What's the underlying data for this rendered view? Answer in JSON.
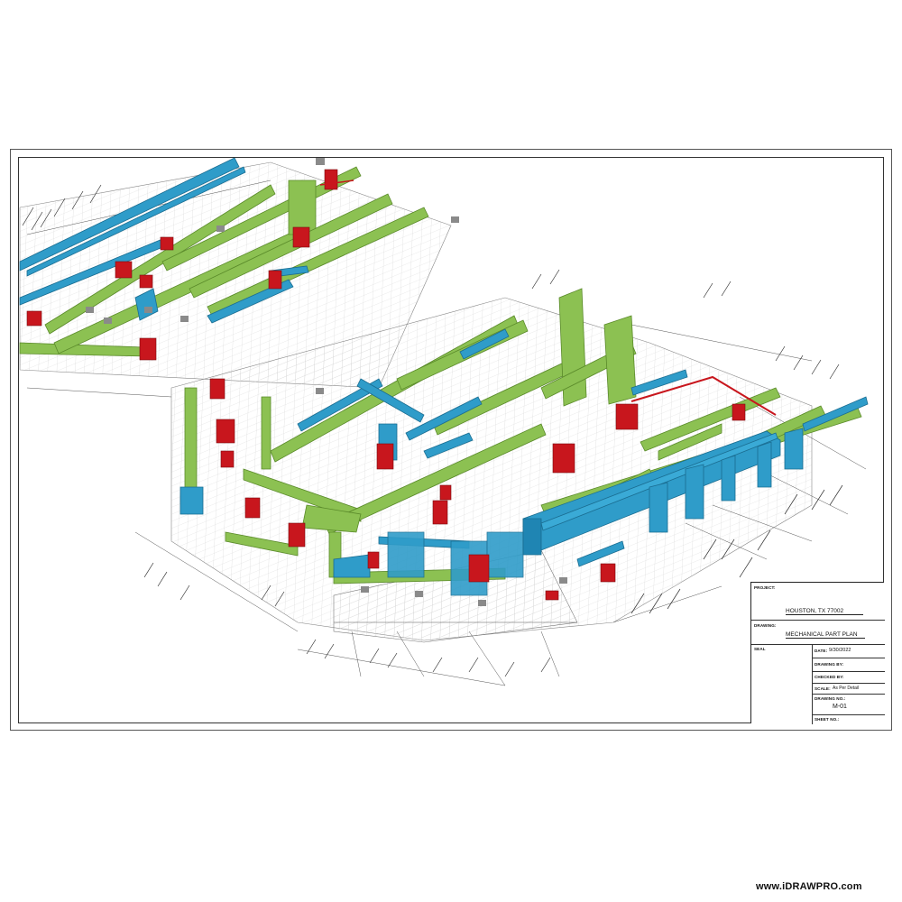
{
  "title_block": {
    "project_label": "PROJECT:",
    "project_value": "HOUSTON, TX 77002",
    "drawing_label": "DRAWING:",
    "drawing_value": "MECHANICAL PART PLAN",
    "seal_label": "SEAL",
    "date_label": "DATE:",
    "date_value": "9/30/2022",
    "drawing_by_label": "DRAWING BY:",
    "checked_by_label": "CHECKED BY:",
    "scale_label": "SCALE:",
    "scale_value": "As Per Detail",
    "drawing_no_label": "DRAWING NO.:",
    "drawing_no_value": "M-01",
    "sheet_no_label": "SHEET NO.:"
  },
  "watermark": "www.iDRAWPRO.com",
  "colors": {
    "supply_duct": "#8cc152",
    "return_duct": "#2f9cc9",
    "equipment": "#c8161d",
    "linework": "#6d6d6d"
  }
}
